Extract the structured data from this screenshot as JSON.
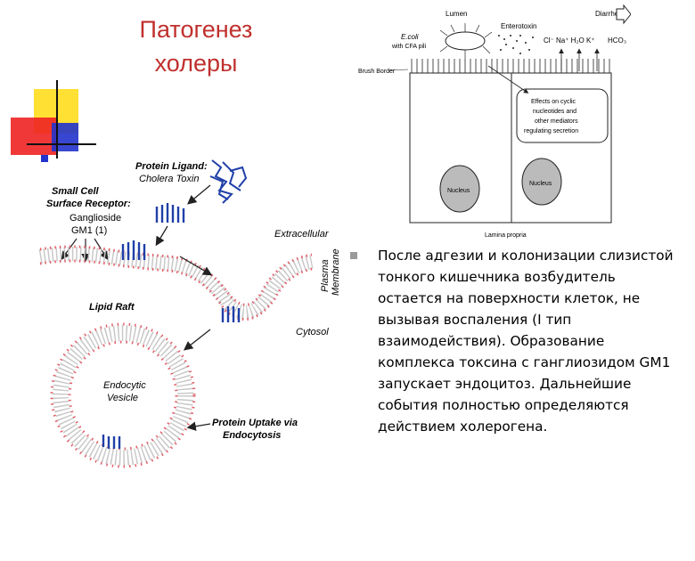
{
  "title_lines": [
    "Патогенез",
    "холеры"
  ],
  "left_figure": {
    "protein_ligand_label": "Protein Ligand:",
    "cholera_toxin_label": "Cholera Toxin",
    "receptor_label_1": "Small Cell",
    "receptor_label_2": "Surface Receptor:",
    "receptor_label_3": "Ganglioside",
    "receptor_label_4": "GM1 (1)",
    "extracellular_label": "Extracellular",
    "plasma_label_1": "Plasma",
    "plasma_label_2": "Membrane",
    "lipid_raft_label": "Lipid Raft",
    "cytosol_label": "Cytosol",
    "endocytic_label_1": "Endocytic",
    "endocytic_label_2": "Vesicle",
    "uptake_label_1": "Protein Uptake via",
    "uptake_label_2": "Endocytosis"
  },
  "right_figure": {
    "lumen_label": "Lumen",
    "diarrhea_label": "Diarrhea",
    "ecoli_label_1": "E.coli",
    "ecoli_label_2": "with CFA pili",
    "enterotoxin_label": "Enterotoxin",
    "ions_label": "Cl⁻ Na⁺ H₂O K⁺",
    "hco3_label": "HCO₃",
    "brush_border_label": "Brush Border",
    "effects_label_1": "Effects on cyclic",
    "effects_label_2": "nucleotides and",
    "effects_label_3": "other mediators",
    "effects_label_4": "regulating secretion",
    "nucleus_label_1": "Nucleus",
    "nucleus_label_2": "Nucleus",
    "lamina_label": "Lamina propria"
  },
  "paragraph_lines": [
    "После адгезии и колонизации слизистой",
    "тонкого кишечника возбудитель",
    "остается на поверхности клеток, не",
    "вызывая воспаления (I тип",
    "взаимодействия). Образование",
    "комплекса токсина с ганглиозидом GM1",
    "запускает эндоцитоз. Дальнейшие",
    "события полностью определяются",
    "действием холерогена."
  ],
  "colors": {
    "title": "#c0302e",
    "yellow": "#ffe033",
    "red": "#ee2222",
    "blue": "#2233cc",
    "toxin_blue": "#1f3fa8",
    "lipid_head": "#e0606a"
  }
}
